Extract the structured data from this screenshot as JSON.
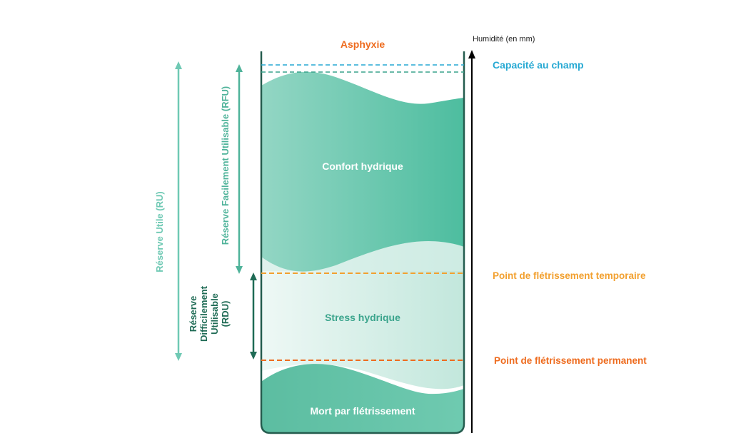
{
  "colors": {
    "ru": "#6fc9b4",
    "rfu": "#4fb39a",
    "rdu": "#1f6b55",
    "outline": "#245c4e",
    "comfort_dark": "#4dbd9f",
    "comfort_light": "#93d6c4",
    "stress_bg": "#cdebe3",
    "mort": "#56b89c",
    "asphyxie": "#ee6b1e",
    "capacite": "#27a9d3",
    "temporaire": "#f2a02f",
    "permanent": "#ee6b1e",
    "axis": "#000000"
  },
  "labels": {
    "asphyxie": "Asphyxie",
    "axis_title": "Humidité (en mm)",
    "capacite_champ": "Capacité au champ",
    "fletrissement_temporaire": "Point de flétrissement temporaire",
    "fletrissement_permanent": "Point de flétrissement permanent",
    "confort": "Confort hydrique",
    "stress": "Stress hydrique",
    "mort": "Mort par flétrissement",
    "ru": "Réserve Utile (RU)",
    "rfu": "Réserve Facilement Utilisable (RFU)",
    "rdu_lines": [
      "Réserve",
      "Difficilement",
      "Utilisable",
      "(RDU)"
    ]
  },
  "icons": {
    "axis_arrow": "arrow-up-icon",
    "range_arrows": "double-arrow-icon"
  }
}
